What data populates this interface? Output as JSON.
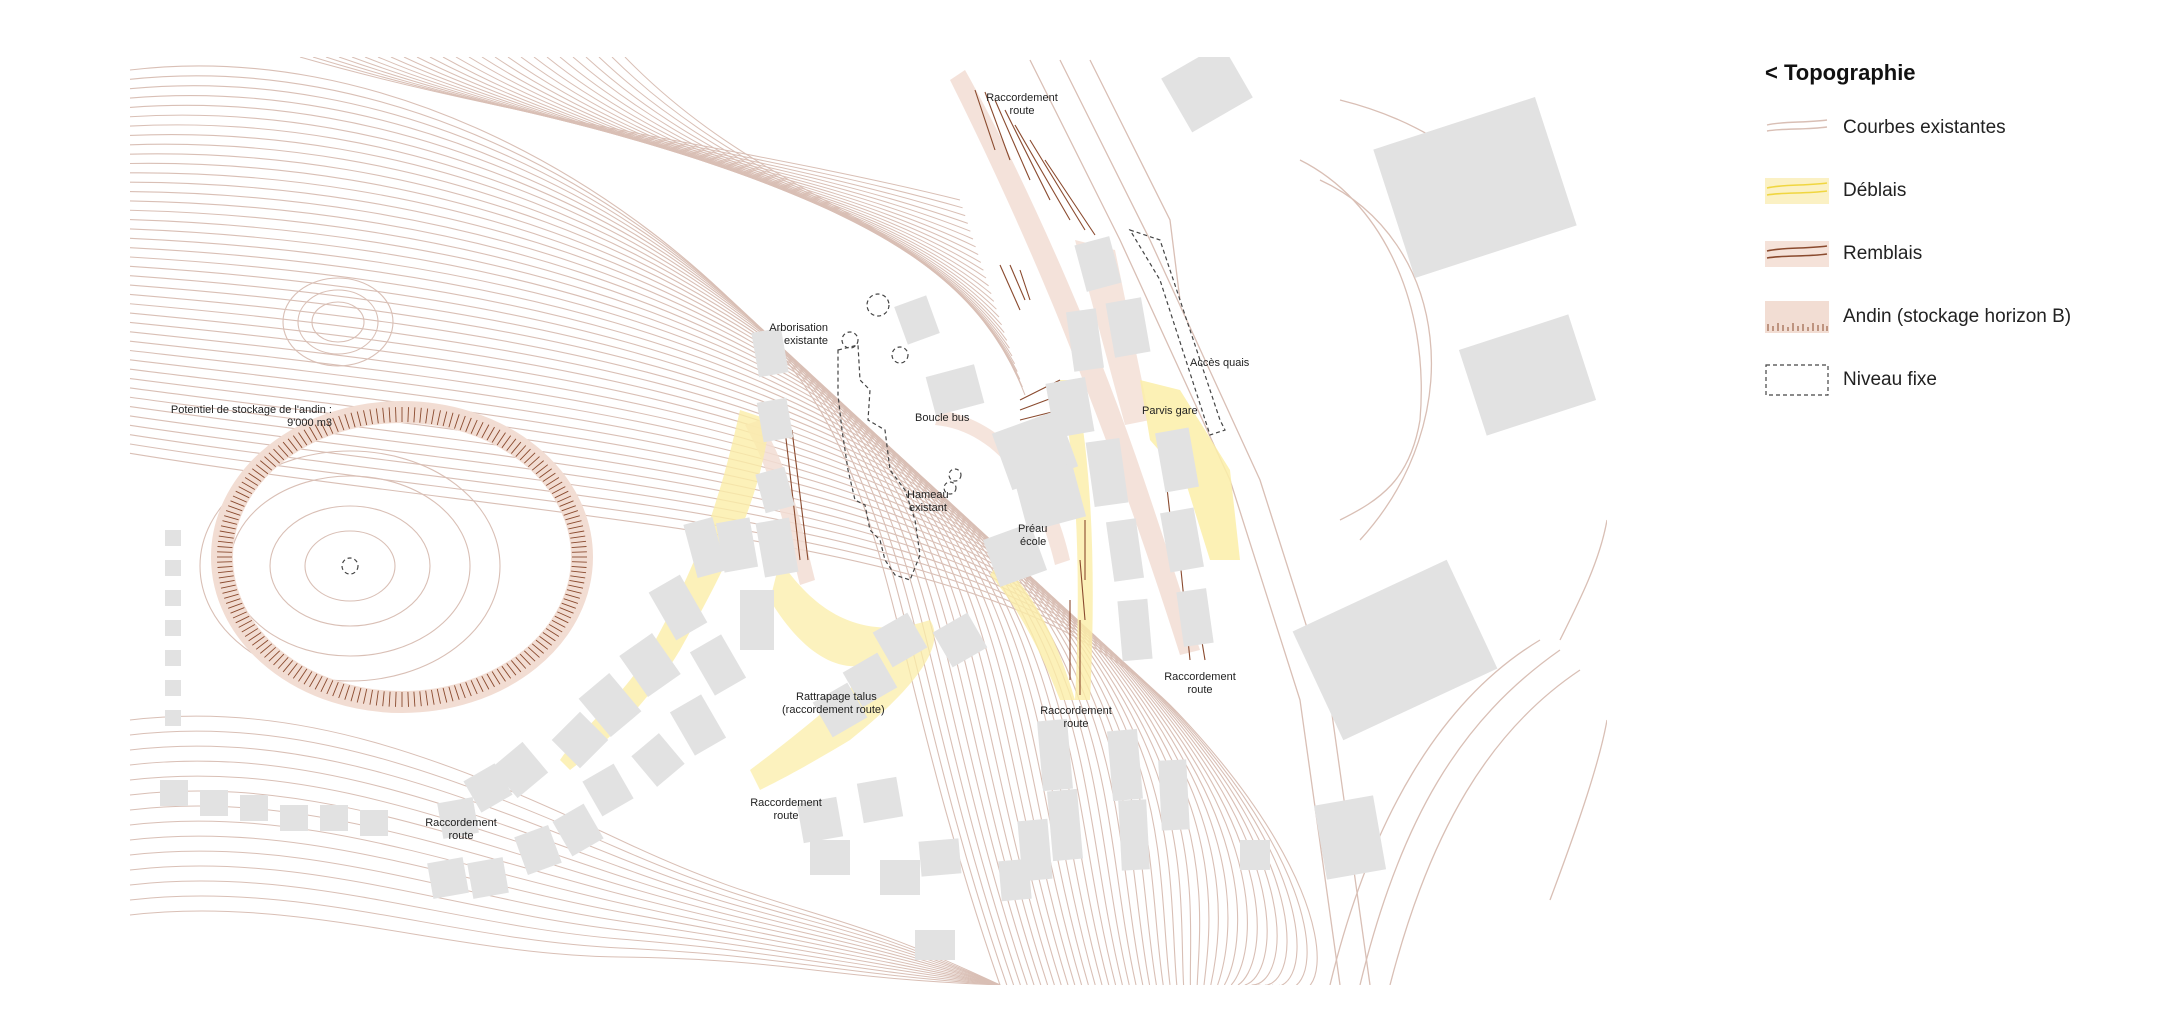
{
  "legend": {
    "title": "< Topographie",
    "items": [
      {
        "id": "courbes",
        "label": "Courbes existantes",
        "color": "#d9bfb5"
      },
      {
        "id": "deblais",
        "label": "Déblais",
        "color": "#f3dc55"
      },
      {
        "id": "remblais",
        "label": "Remblais",
        "color": "#8a4a2e"
      },
      {
        "id": "andin",
        "label": "Andin (stockage horizon B)",
        "color": "#f2ddd3"
      },
      {
        "id": "niveau",
        "label": "Niveau fixe",
        "color": "#444444"
      }
    ]
  },
  "labels": {
    "potentiel": [
      "Potentiel de stockage de l'andin :",
      "9'000 m3"
    ],
    "arborisation": [
      "Arborisation",
      "existante"
    ],
    "boucle": [
      "Boucle bus"
    ],
    "hameau": [
      "Hameau",
      "existant"
    ],
    "preau": [
      "Préau",
      "école"
    ],
    "parvis": [
      "Parvis gare"
    ],
    "acces": [
      "Accès quais"
    ],
    "rattrapage": [
      "Rattrapage talus",
      "(raccordement route)"
    ],
    "rac_top": [
      "Raccordement",
      "route"
    ],
    "rac_right": [
      "Raccordement",
      "route"
    ],
    "rac_mid": [
      "Raccordement",
      "route"
    ],
    "rac_bottom": [
      "Raccordement",
      "route"
    ],
    "rac_left": [
      "Raccordement",
      "route"
    ]
  },
  "colors": {
    "contour": "#d9bfb5",
    "building": "#e2e2e2",
    "deblais": "#fbeea8",
    "remblais": "#8a4a2e",
    "andin": "#f2ddd3"
  }
}
